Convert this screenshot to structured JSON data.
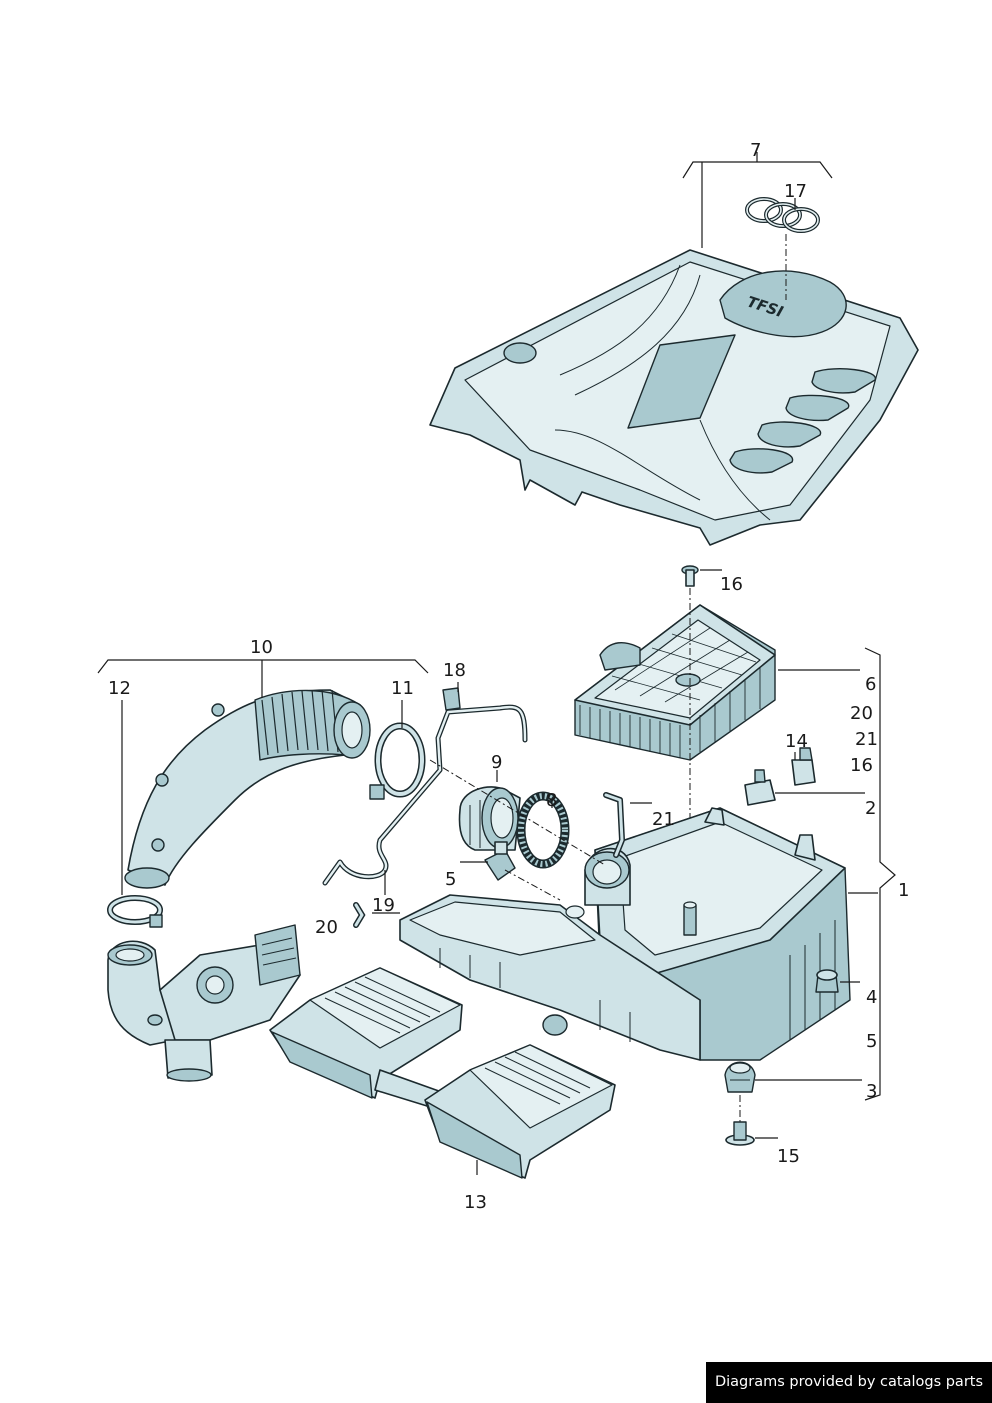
{
  "callouts": {
    "c1": "1",
    "c2": "2",
    "c3": "3",
    "c4": "4",
    "c5a": "5",
    "c5b": "5",
    "c6": "6",
    "c7": "7",
    "c8": "8",
    "c9": "9",
    "c10": "10",
    "c11": "11",
    "c12": "12",
    "c13": "13",
    "c14": "14",
    "c15": "15",
    "c16a": "16",
    "c16b": "16",
    "c17": "17",
    "c18": "18",
    "c19": "19",
    "c20a": "20",
    "c20b": "20",
    "c21a": "21",
    "c21b": "21"
  },
  "cover_badge": "TFSI",
  "footer": {
    "credit": "Diagrams provided by catalogs parts"
  },
  "colors": {
    "part_fill": "#cfe3e7",
    "part_shade": "#a9c9cf",
    "outline": "#1c2a2e",
    "footer_bg": "#000000"
  }
}
